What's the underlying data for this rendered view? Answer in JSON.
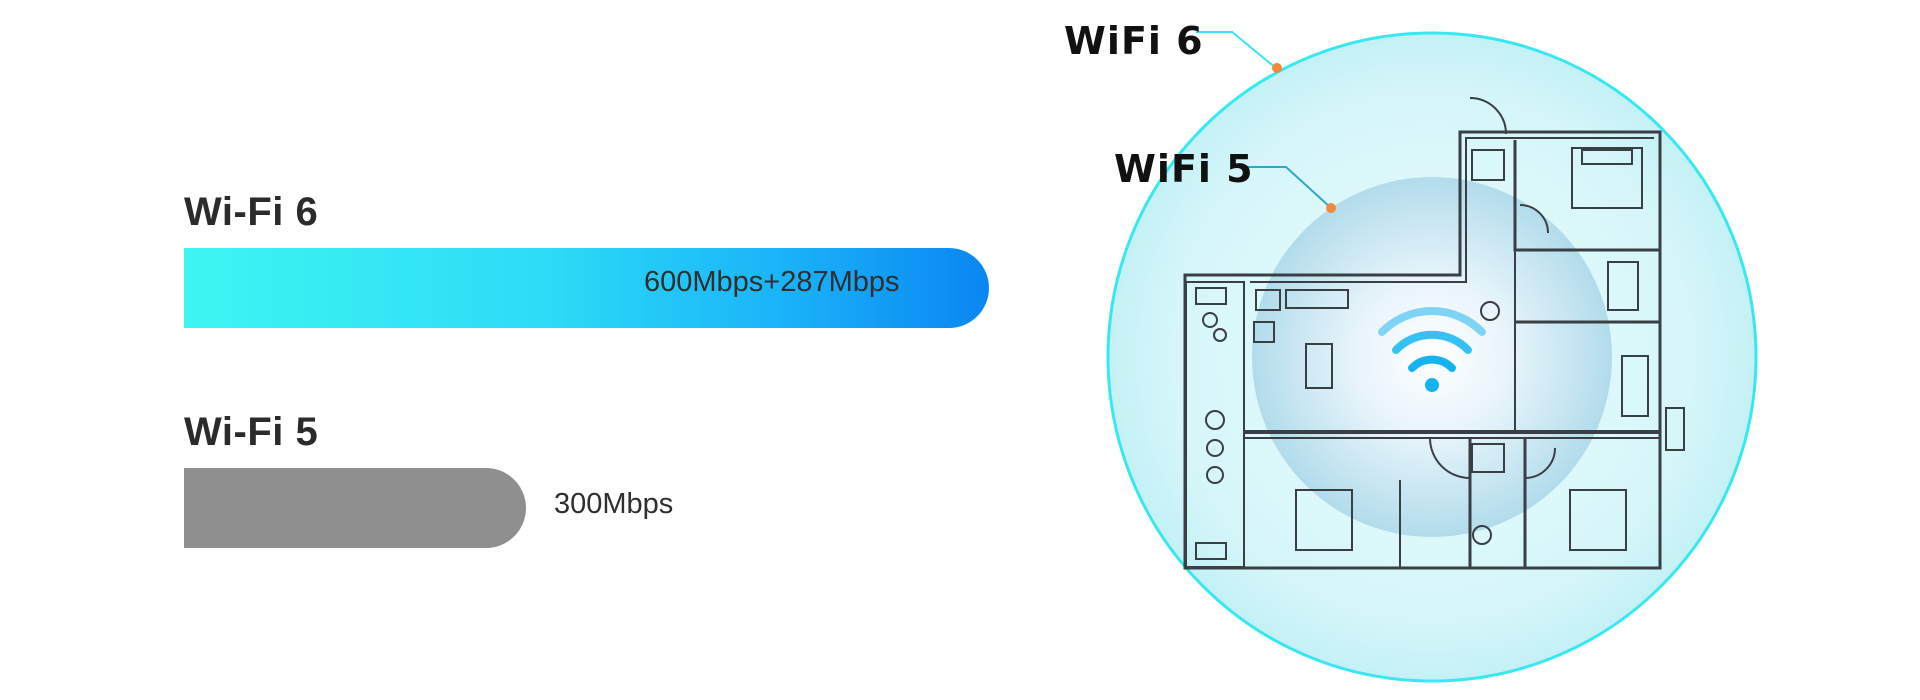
{
  "bars": [
    {
      "label": "Wi-Fi 6",
      "value_text": "600Mbps+287Mbps",
      "fill_fraction": 1.0,
      "color_start": "#3ef5f2",
      "color_end": "#0a86f2"
    },
    {
      "label": "Wi-Fi 5",
      "value_text": "300Mbps",
      "fill_fraction": 0.424,
      "color": "#8f8f8f"
    }
  ],
  "coverage": {
    "outer_label": "WiFi 6",
    "inner_label": "WiFi 5",
    "outer_color": "#38e8f0",
    "inner_color": "#a9d6e8",
    "dot_color": "#f08a3c",
    "signal_color": "#15b4f0"
  },
  "icons": [
    "wifi-signal-icon",
    "floor-plan-icon"
  ]
}
